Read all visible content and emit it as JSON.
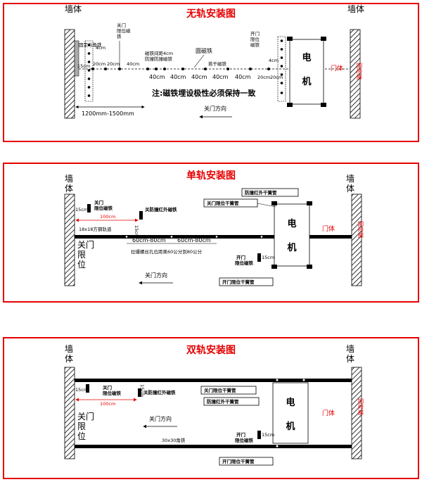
{
  "common": {
    "wall_label": "墙体",
    "motor_char_1": "电",
    "motor_char_2": "机",
    "door_label": "门体",
    "fixed_end_label": "固定端",
    "close_dir": "关门方向"
  },
  "no_rail": {
    "title": "无轨安装图",
    "left_block": "固定与角铁",
    "close_limit_magnet": "关门限位磁铁",
    "m_15": "15cm",
    "m_4a": "4cm",
    "m_20a": "20cm",
    "m_20b": "20cm",
    "m_40a": "40cm",
    "gap_note": "磁铁间距4cm",
    "anti_collision": "防撞防撞磁铁",
    "ring_magnet": "圆磁铁",
    "several_magnets": "若干磁铁",
    "d_40_1": "40cm",
    "d_40_2": "40cm",
    "d_40_3": "40cm",
    "d_40_4": "40cm",
    "d_40_5": "40cm",
    "open_limit_magnet": "开门限位磁铁",
    "m_4b": "4cm",
    "m_20c": "20cm",
    "m_20d": "20cm",
    "note": "注:磁铁埋设极性必须保持一致",
    "range": "1200mm-1500mm"
  },
  "single_rail": {
    "title": "单轨安装图",
    "close_limit_magnet_1": "关门",
    "close_limit_magnet_2": "限位磁铁",
    "m_15": "15cm",
    "anti_ir_magnet": "关防撞红外磁铁",
    "m_100": "100cm",
    "m_15v": "15cm",
    "rail_spec": "18x18方钢轨道",
    "close_limit_1": "关门",
    "close_limit_2": "限位",
    "d_60_80_a": "60cm-80cm",
    "d_60_80_b": "60cm-80cm",
    "bolt_note": "拉爆螺丝孔位距离60公分到80公分",
    "ir_reed": "防撞红外干簧管",
    "close_reed": "关门限位干簧管",
    "open_limit_magnet_1": "开门",
    "open_limit_magnet_2": "限位磁铁",
    "m_15b": "15cm",
    "open_reed": "开门限位干簧管"
  },
  "double_rail": {
    "title": "双轨安装图",
    "m_15": "15cm",
    "close_limit_magnet_1": "关门",
    "close_limit_magnet_2": "限位磁铁",
    "m_15v": "15cm",
    "anti_ir_magnet": "关防撞红外磁铁",
    "m_100": "100cm",
    "close_limit_1": "关门",
    "close_limit_2": "限位",
    "angle_iron": "30x30角铁",
    "close_reed": "关门限位干簧管",
    "ir_reed": "防撞红外干簧管",
    "open_limit_magnet_1": "开门",
    "open_limit_magnet_2": "限位磁铁",
    "m_15b": "15cm",
    "open_reed": "开门限位干簧管"
  }
}
